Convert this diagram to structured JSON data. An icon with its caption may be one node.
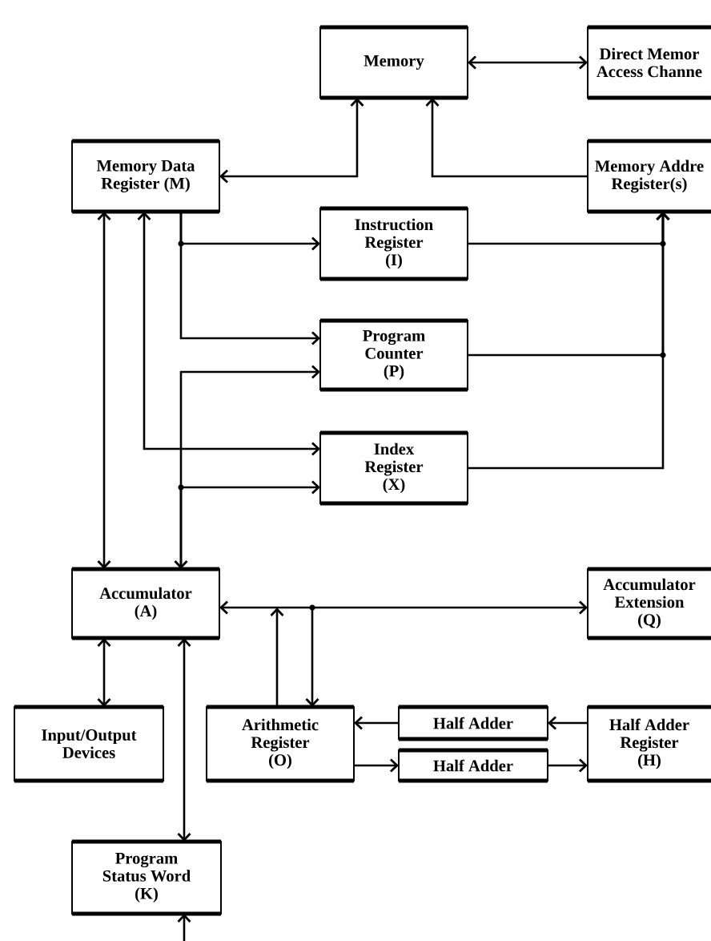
{
  "diagram": {
    "nodes": [
      {
        "text": [
          "Memory"
        ]
      },
      {
        "text": [
          "Direct Memor Access Channe"
        ]
      },
      {
        "text": [
          "Memory Data Register (M)"
        ]
      },
      {
        "text": [
          "Memory Addre Register(s)"
        ]
      },
      {
        "text": [
          "Instruction Register (I)"
        ]
      },
      {
        "text": [
          "Program Counter (P)"
        ]
      },
      {
        "text": [
          "Index Register (X)"
        ]
      },
      {
        "text": [
          "Accumulator (A)"
        ]
      },
      {
        "text": [
          "Accumulator Extension (Q)"
        ]
      },
      {
        "text": [
          "Input/Output Devices"
        ]
      },
      {
        "text": [
          "Arithmetic Register (O)"
        ]
      },
      {
        "text": [
          "Half Adder"
        ]
      },
      {
        "text": [
          "Half Adder"
        ]
      },
      {
        "text": [
          "Half Adder Register (H)"
        ]
      },
      {
        "text": [
          "Program Status Word (K)"
        ]
      }
    ],
    "edges": [
      {
        "from": 0,
        "to": 1,
        "arrow": "both"
      },
      {
        "from": 2,
        "to": 0,
        "arrow": "both"
      },
      {
        "from": 3,
        "to": 0,
        "arrow": "to"
      },
      {
        "from": 4,
        "to": 3,
        "arrow": "to"
      },
      {
        "from": 5,
        "to": 3,
        "arrow": "to"
      },
      {
        "from": 6,
        "to": 3,
        "arrow": "to"
      },
      {
        "from": 2,
        "to": 4,
        "arrow": "to"
      },
      {
        "from": 2,
        "to": 5,
        "arrow": "to"
      },
      {
        "from": 2,
        "to": 6,
        "arrow": "both"
      },
      {
        "from": 2,
        "to": 7,
        "arrow": "both"
      },
      {
        "from": 7,
        "to": 5,
        "arrow": "both"
      },
      {
        "from": 7,
        "to": 6,
        "arrow": "to"
      },
      {
        "from": 7,
        "to": 8,
        "arrow": "both"
      },
      {
        "from": 8,
        "to": 10,
        "arrow": "both"
      },
      {
        "from": 10,
        "to": 7,
        "arrow": "to"
      },
      {
        "from": 7,
        "to": 9,
        "arrow": "both"
      },
      {
        "from": 7,
        "to": 14,
        "arrow": "both"
      },
      {
        "from": null,
        "to": 14,
        "arrow": "to"
      },
      {
        "from": 11,
        "to": 10,
        "arrow": "to"
      },
      {
        "from": 13,
        "to": 11,
        "arrow": "to"
      },
      {
        "from": 10,
        "to": 12,
        "arrow": "to"
      },
      {
        "from": 12,
        "to": 13,
        "arrow": "to"
      }
    ]
  }
}
